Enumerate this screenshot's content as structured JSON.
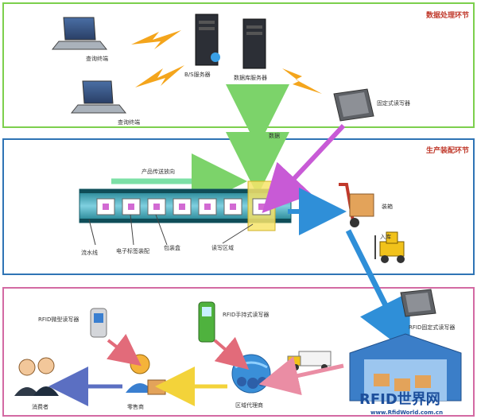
{
  "sections": {
    "top": {
      "title": "数据处理环节",
      "color": "#7ccf4d"
    },
    "middle": {
      "title": "生产装配环节",
      "color": "#2f74b5"
    },
    "bottom": {
      "title": "",
      "color": "#d36aa3"
    }
  },
  "top_labels": {
    "query1": "查询终端",
    "query2": "查询终端",
    "bs_server": "B/S服务器",
    "db_server": "数据库服务器",
    "fixed_reader": "固定式读写器",
    "data": "数据"
  },
  "middle_labels": {
    "direction": "产品传送放向",
    "line": "流水线",
    "tag_assembly": "电子标签装配",
    "package": "包装盒",
    "rw_area": "读写区域",
    "packing": "装箱",
    "storage": "入库"
  },
  "bottom_labels": {
    "micro_reader": "RFID微型读写器",
    "handheld_reader": "RFID手持式读写器",
    "fixed_reader": "RFID固定式读写器",
    "consumer": "消费者",
    "retailer": "零售商",
    "agent": "区域代理商"
  },
  "logo": {
    "main": "RFID世界网",
    "sub": "www.RfidWorld.com.cn"
  },
  "colors": {
    "green_arrow": "#7cd36a",
    "blue_arrow": "#2f8fd8",
    "magenta_arrow": "#c85ad6",
    "yellow_arrow": "#f3d33a",
    "pink_arrow": "#ea8da4"
  }
}
